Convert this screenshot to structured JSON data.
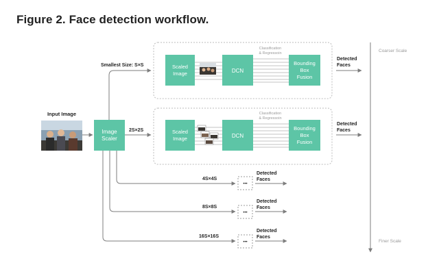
{
  "title": "Figure 2. Face detection workflow.",
  "input": {
    "label": "Input Image"
  },
  "scaler": {
    "line1": "Image",
    "line2": "Scaler"
  },
  "branches": [
    {
      "size_label": "Smallest Size: S×S",
      "scaled_line1": "Scaled",
      "scaled_line2": "Image",
      "net_label": "DCN",
      "cls_line1": "Classification",
      "cls_line2": "& Regressoin",
      "fusion_line1": "Bounding",
      "fusion_line2": "Box",
      "fusion_line3": "Fusion",
      "out_line1": "Detected",
      "out_line2": "Faces"
    },
    {
      "size_label": "2S×2S",
      "scaled_line1": "Scaled",
      "scaled_line2": "Image",
      "net_label": "DCN",
      "cls_line1": "Classification",
      "cls_line2": "& Regressoin",
      "fusion_line1": "Bounding",
      "fusion_line2": "Box",
      "fusion_line3": "Fusion",
      "out_line1": "Detected",
      "out_line2": "Faces"
    }
  ],
  "small_branches": [
    {
      "size_label": "4S×4S",
      "ellipsis": "•••",
      "out_line1": "Detected",
      "out_line2": "Faces"
    },
    {
      "size_label": "8S×8S",
      "ellipsis": "•••",
      "out_line1": "Detected",
      "out_line2": "Faces"
    },
    {
      "size_label": "16S×16S",
      "ellipsis": "•••",
      "out_line1": "Detected",
      "out_line2": "Faces"
    }
  ],
  "scale_axis": {
    "top_label": "Coarser Scale",
    "bottom_label": "Finer Scale"
  },
  "colors": {
    "teal": "#5dc5a6",
    "line": "#7d7d7d",
    "dashed": "#bbbbbb",
    "muted": "#9a9a9a"
  }
}
